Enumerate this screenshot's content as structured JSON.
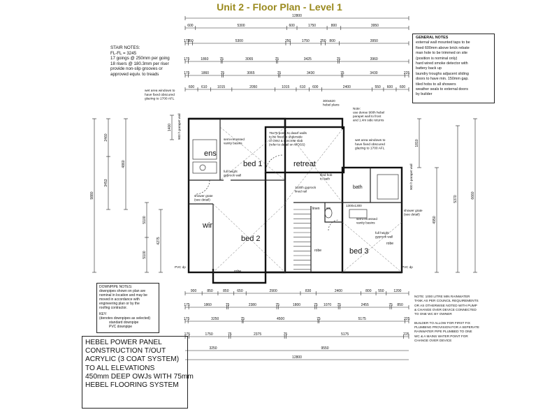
{
  "title": "Unit 2 - Floor Plan - Level 1",
  "rooms": {
    "ens": "ens",
    "bed1": "bed 1",
    "retreat": "retreat",
    "wir": "wir",
    "bed2": "bed 2",
    "bed3": "bed 3",
    "bath": "bath",
    "robe_left": "robe",
    "robe_mid": "robe",
    "robe_right": "robe",
    "linen": "linen",
    "wc": "wc"
  },
  "dims": {
    "overall_width": "12800",
    "top_row1": [
      "600",
      "5300",
      "600",
      "1750",
      "800",
      "3950"
    ],
    "top_row2": [
      "175",
      "250",
      "5300",
      "250",
      "1750",
      "250",
      "800",
      "3950"
    ],
    "top_row3": [
      "175",
      "1860",
      "75",
      "3065",
      "75",
      "3425",
      "75",
      "3960"
    ],
    "top_row4": [
      "175",
      "1860",
      "75",
      "3065",
      "75",
      "3430",
      "75",
      "3430",
      "225"
    ],
    "top_row5": [
      "600",
      "610",
      "1015",
      "2050",
      "1015",
      "610",
      "600",
      "2400",
      "550",
      "600",
      "600"
    ],
    "bot_row1": [
      "900",
      "850",
      "850",
      "650",
      "2900",
      "830",
      "2400",
      "800",
      "550",
      "1200"
    ],
    "bot_row2": [
      "175",
      "1860",
      "75",
      "2380",
      "75",
      "1800",
      "75",
      "1070",
      "75",
      "2455",
      "75",
      "850"
    ],
    "bot_row3": [
      "175",
      "3250",
      "75",
      "4500",
      "75",
      "5175",
      "225"
    ],
    "bot_row4": [
      "175",
      "1750",
      "75",
      "2375",
      "75",
      "5175",
      "225"
    ],
    "bot_3250": "3250",
    "bot_9550": "9550",
    "bot_12800": "12800",
    "left_dims": [
      "2460",
      "3453",
      "4860",
      "9880",
      "5100",
      "5100",
      "4275",
      "1400"
    ],
    "right_dims": [
      "1810",
      "4950",
      "6660",
      "5370"
    ]
  },
  "stair_notes": {
    "heading": "STAIR NOTES:",
    "lines": [
      "FL-FL = 3245",
      "17 goings @ 250mm per going",
      "18 risers @ 180.3mm per riser",
      "provide non-slip grooves or",
      "approved equiv. to treads"
    ]
  },
  "general_notes": {
    "heading": "GENERAL NOTES",
    "lines": [
      "external wall mounted taps to be",
      "fixed 600mm above brick rebate",
      "man hole to be trimmed on site",
      "(position is nominal only)",
      "hard wired smoke detector with",
      "battery back up",
      "laundry troughs adjacent sliding",
      "doors to have min. 150mm gap.",
      "tiled hobs to all showers",
      "weather seals to external doors",
      "by builder"
    ]
  },
  "downpipe_notes": {
    "heading": "DOWNPIPE NOTES:",
    "lines": [
      "downpipes shown on plan are",
      "nominal in location and may be",
      "moved in accordance with",
      "engineering plan or by the",
      "roofing contractor."
    ],
    "key_heading": "KEY:",
    "key_lines": [
      "(denotes downpipes as selected)",
      "standard downpipe",
      "PVC downpipe"
    ]
  },
  "rainwater_note": {
    "lines": [
      "NOTE: 1000 LITRE MIN RAINWATER",
      "TANK AS PER COUNCIL REQUIREMENTS",
      "OR AS OTHERWISE NOTED WITH PUMP",
      "& CHANGE OVER DEVICE CONNECTED",
      "TO ONE WC BY OWNER",
      "",
      "BUILDER TO ALLOW FOR FIRST FIX",
      "PLUMBING PROVISION FOR A SEPERATE",
      "RAINWATER PIPE PLUMBED TO ONE",
      "WC & A MAINS WATER POINT FOR",
      "CHANGE OVER DEVICE"
    ]
  },
  "annotations": {
    "wet_area_left": [
      "wet area windows to",
      "have fixed obscured",
      "glazing to 1700 AFL"
    ],
    "wet_area_right": [
      "wet area windows to",
      "have fixed obscured",
      "glazing to 1700 AFL"
    ],
    "hebel_note": [
      "Note:",
      "use dense 900h hebel",
      "parapet wall to front",
      "and 1.4m side returns"
    ],
    "hebel_plan": [
      "300x620",
      "hebel plans"
    ],
    "post_note": [
      "75x75 posts to dwarf walls",
      "to be fixed to underside",
      "of OWJ & concrete slab",
      "(refer to detail on WOSS)"
    ],
    "semi_recessed_1": [
      "semi-recessed",
      "vanity basins"
    ],
    "semi_recessed_2": [
      "semi-recessed",
      "vanity basins"
    ],
    "gyprock_1": [
      "full height",
      "gyprock wall"
    ],
    "gyprock_2": [
      "full height",
      "gyprock wall"
    ],
    "shower_grate_1": [
      "shower grate",
      "(see detail)"
    ],
    "shower_grate_2": [
      "shower grate",
      "(see detail)"
    ],
    "tiled_hob": [
      "tiled hob",
      "to bath"
    ],
    "gyprock_rail": [
      "1030h gyprock",
      "lined rail"
    ],
    "bath_size": "1300x1300",
    "parapet_left": "900 h parapet wall",
    "parapet_right": "900 h parapet wall",
    "pvc_dp": [
      "PVC dp",
      "PVC dp"
    ]
  },
  "hebel_panel": {
    "lines": [
      "HEBEL POWER PANEL",
      "CONSTRUCTION T/OUT",
      "ACRYLIC (3 COAT SYSTEM)",
      "TO ALL ELEVATIONS",
      "450mm DEEP OWJs WITH 75mm",
      "HEBEL FLOORING SYSTEM"
    ]
  }
}
